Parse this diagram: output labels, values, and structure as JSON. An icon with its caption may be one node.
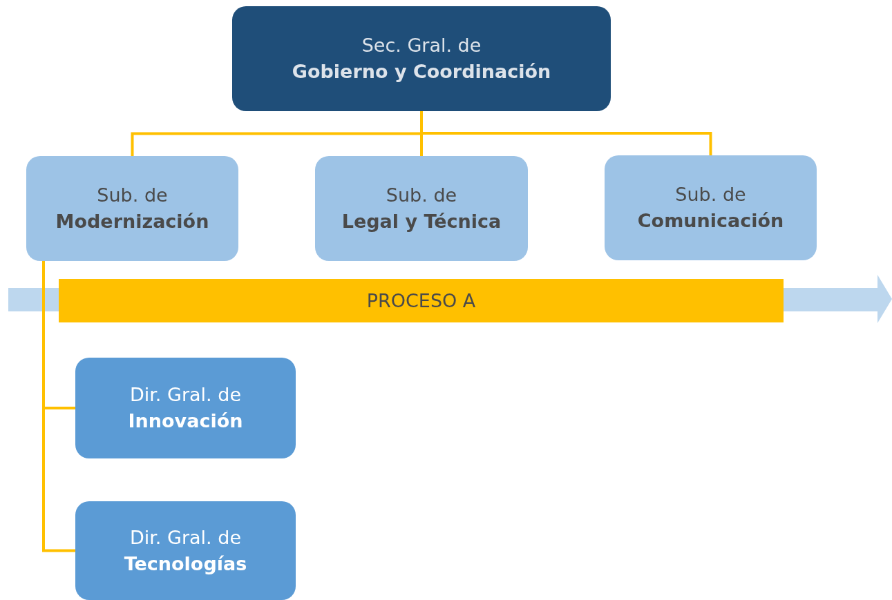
{
  "diagram": {
    "nodes": [
      {
        "text": [
          "Sec. Gral. de",
          "Gobierno y Coordinación"
        ]
      },
      {
        "text": [
          "Sub. de",
          "Modernización"
        ]
      },
      {
        "text": [
          "Sub. de",
          "Legal y Técnica"
        ]
      },
      {
        "text": [
          "Sub. de",
          "Comunicación"
        ]
      },
      {
        "text": [
          "PROCESO A"
        ]
      },
      {
        "text": [
          "Dir. Gral. de",
          "Innovación"
        ]
      },
      {
        "text": [
          "Dir. Gral. de",
          "Tecnologías"
        ]
      }
    ],
    "edges": [
      {
        "from": 0,
        "to": 1,
        "arrow": "none"
      },
      {
        "from": 0,
        "to": 2,
        "arrow": "none"
      },
      {
        "from": 0,
        "to": 3,
        "arrow": "none"
      },
      {
        "from": 1,
        "to": 5,
        "arrow": "none"
      },
      {
        "from": 1,
        "to": 6,
        "arrow": "none"
      }
    ]
  }
}
